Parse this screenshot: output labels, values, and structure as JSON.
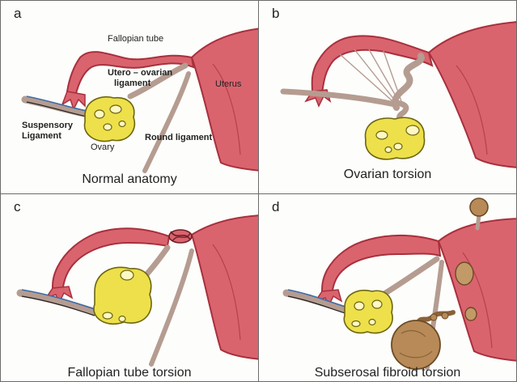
{
  "panels": {
    "a": {
      "letter": "a",
      "caption": "Normal anatomy",
      "labels": {
        "fallopian_tube": "Fallopian tube",
        "utero_ovarian_1": "Utero – ovarian",
        "utero_ovarian_2": "ligament",
        "uterus": "Uterus",
        "suspensory_1": "Suspensory",
        "suspensory_2": "Ligament",
        "ovary": "Ovary",
        "round_ligament": "Round ligament"
      }
    },
    "b": {
      "letter": "b",
      "caption": "Ovarian torsion"
    },
    "c": {
      "letter": "c",
      "caption": "Fallopian tube torsion"
    },
    "d": {
      "letter": "d",
      "caption": "Subserosal fibroid torsion"
    }
  },
  "colors": {
    "uterus_fill": "#d9646e",
    "uterus_stroke": "#a8303d",
    "ovary_fill": "#ede04a",
    "ovary_stroke": "#6d6512",
    "ligament": "#b59c91",
    "vessel_blue": "#3b6ba8",
    "fibroid": "#b78a58"
  }
}
